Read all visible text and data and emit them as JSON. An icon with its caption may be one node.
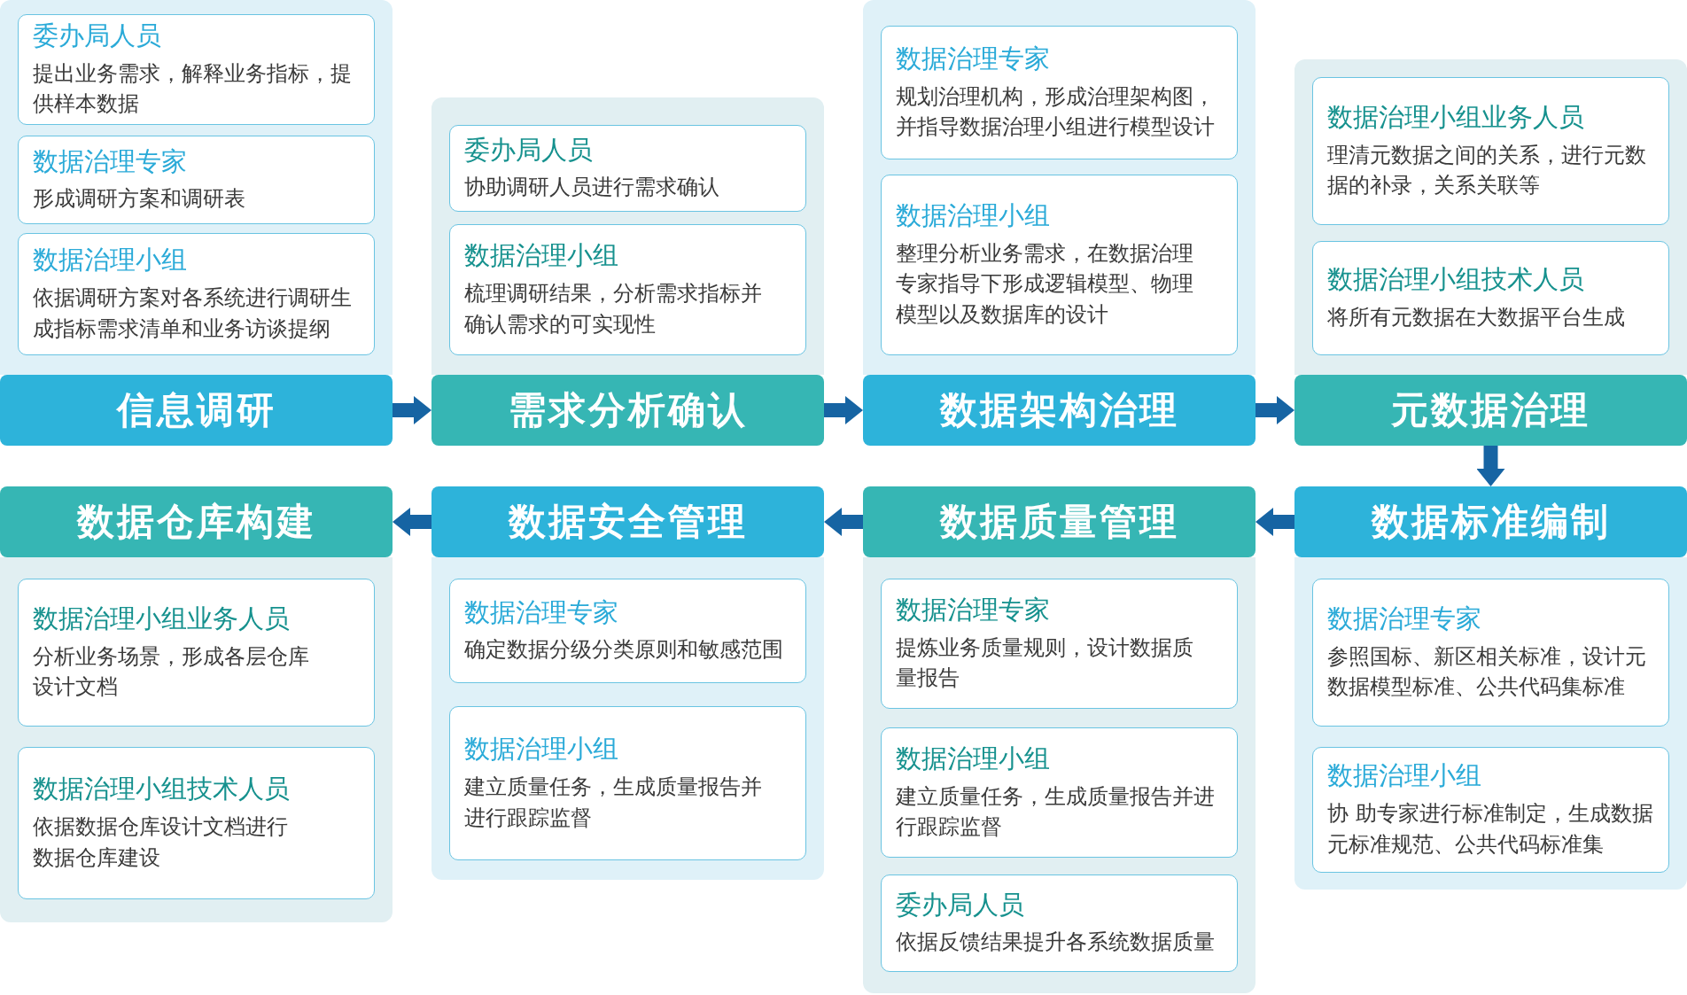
{
  "diagram": {
    "nodes": [
      {
        "text": [],
        "shape": "box"
      },
      {
        "text": [
          "委办局人员",
          "提出业务需求，解释业务指标，提供样本数据"
        ],
        "in": 0
      },
      {
        "text": [
          "数据治理专家",
          "形成调研方案和调研表"
        ],
        "in": 0
      },
      {
        "text": [
          "数据治理小组",
          "依据调研方案对各系统进行调研生成指标需求清单和业务访谈提纲"
        ],
        "in": 0
      },
      {
        "text": [],
        "shape": "box"
      },
      {
        "text": [
          "委办局人员",
          "协助调研人员进行需求确认"
        ],
        "in": 4
      },
      {
        "text": [
          "数据治理小组",
          "梳理调研结果，分析需求指标并确认需求的可实现性"
        ],
        "in": 4
      },
      {
        "text": [],
        "shape": "box"
      },
      {
        "text": [
          "数据治理专家",
          "规划治理机构，形成治理架构图，并指导数据治理小组进行模型设计"
        ],
        "in": 7
      },
      {
        "text": [
          "数据治理小组",
          "整理分析业务需求，在数据治理专家指导下形成逻辑模型、物理模型以及数据库的设计"
        ],
        "in": 7
      },
      {
        "text": [],
        "shape": "box"
      },
      {
        "text": [
          "数据治理小组业务人员",
          "理清元数据之间的关系，进行元数据的补录，关系关联等"
        ],
        "in": 10
      },
      {
        "text": [
          "数据治理小组技术人员",
          "将所有元数据在大数据平台生成"
        ],
        "in": 10
      },
      {
        "text": [
          "信息调研"
        ]
      },
      {
        "text": [
          "需求分析确认"
        ]
      },
      {
        "text": [
          "数据架构治理"
        ]
      },
      {
        "text": [
          "元数据治理"
        ]
      },
      {
        "text": [
          "数据仓库构建"
        ]
      },
      {
        "text": [
          "数据安全管理"
        ]
      },
      {
        "text": [
          "数据质量管理"
        ]
      },
      {
        "text": [
          "数据标准编制"
        ]
      },
      {
        "text": [],
        "shape": "box"
      },
      {
        "text": [
          "数据治理小组业务人员",
          "分析业务场景，形成各层仓库设计文档"
        ],
        "in": 21
      },
      {
        "text": [
          "数据治理小组技术人员",
          "依据数据仓库设计文档进行数据仓库建设"
        ],
        "in": 21
      },
      {
        "text": [],
        "shape": "box"
      },
      {
        "text": [
          "数据治理专家",
          "确定数据分级分类原则和敏感范围"
        ],
        "in": 24
      },
      {
        "text": [
          "数据治理小组",
          "建立质量任务，生成质量报告并进行跟踪监督"
        ],
        "in": 24
      },
      {
        "text": [],
        "shape": "box"
      },
      {
        "text": [
          "数据治理专家",
          "提炼业务质量规则，设计数据质量报告"
        ],
        "in": 27
      },
      {
        "text": [
          "数据治理小组",
          "建立质量任务，生成质量报告并进行跟踪监督"
        ],
        "in": 27
      },
      {
        "text": [
          "委办局人员",
          "依据反馈结果提升各系统数据质量"
        ],
        "in": 27
      },
      {
        "text": [],
        "shape": "box"
      },
      {
        "text": [
          "数据治理专家",
          "参照国标、新区相关标准，设计元数据模型标准、公共代码集标准"
        ],
        "in": 31
      },
      {
        "text": [
          "数据治理小组",
          "协 助专家进行标准制定，生成数据元标准规范、公共代码标准集"
        ],
        "in": 31
      }
    ],
    "edges": [
      {
        "from": 13,
        "to": 14,
        "arrow": "to"
      },
      {
        "from": 14,
        "to": 15,
        "arrow": "to"
      },
      {
        "from": 15,
        "to": 16,
        "arrow": "to"
      },
      {
        "from": 16,
        "to": 20,
        "arrow": "to"
      },
      {
        "from": 20,
        "to": 19,
        "arrow": "to"
      },
      {
        "from": 19,
        "to": 18,
        "arrow": "to"
      },
      {
        "from": 18,
        "to": 17,
        "arrow": "to"
      }
    ]
  }
}
